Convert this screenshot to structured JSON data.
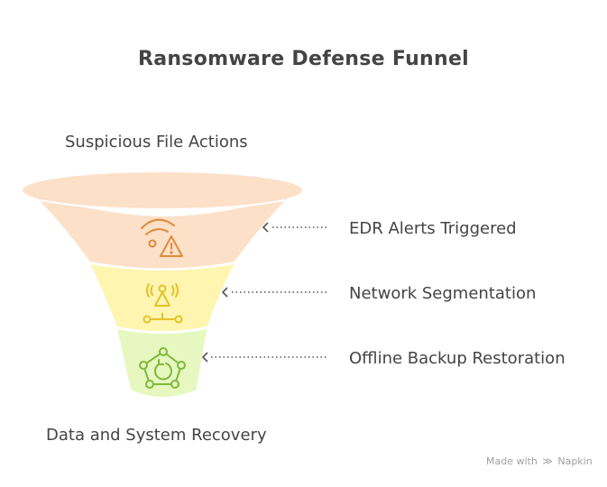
{
  "title": "Ransomware Defense Funnel",
  "top_label": "Suspicious File Actions",
  "bottom_label": "Data and System Recovery",
  "stages": [
    {
      "label": "EDR Alerts Triggered",
      "icon": "wifi-warning-icon",
      "fill": "#fde0c8",
      "icon_color": "#e08a3a"
    },
    {
      "label": "Network Segmentation",
      "icon": "antenna-network-icon",
      "fill": "#fdf5b0",
      "icon_color": "#e3c32a"
    },
    {
      "label": "Offline Backup Restoration",
      "icon": "network-restore-icon",
      "fill": "#e6f7c0",
      "icon_color": "#7fb83a"
    }
  ],
  "credit": {
    "prefix": "Made with",
    "brand": "Napkin"
  }
}
